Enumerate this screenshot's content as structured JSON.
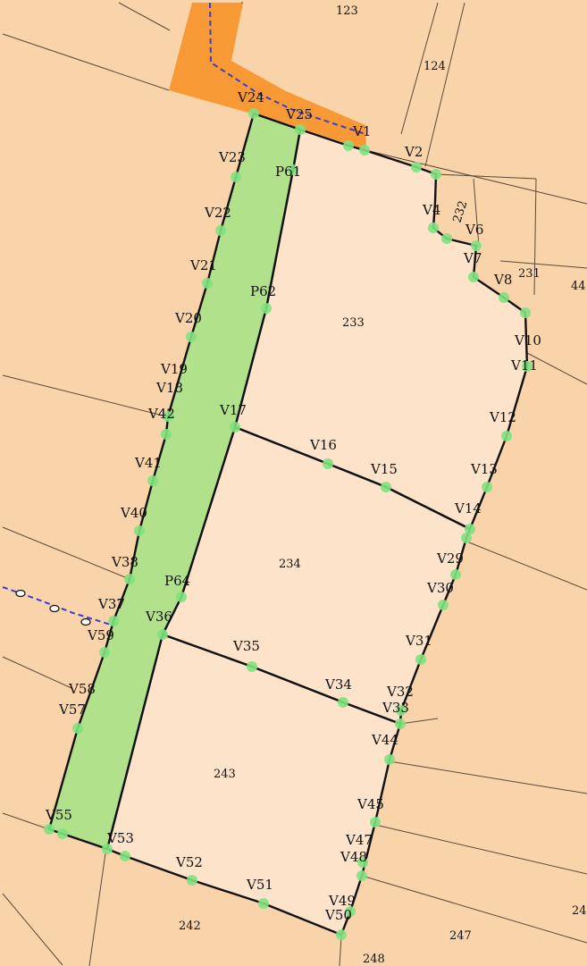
{
  "colors": {
    "background": "#f9d3a9",
    "parcel_fill": "#fde3c9",
    "strip_fill": "#b1e18b",
    "road_fill": "#f79a36",
    "vertex_marker": "#7fe27f",
    "boundary_line": "#111111",
    "thin_line": "#5b4a3a",
    "dashed_line": "#3d3dc8"
  },
  "parcels": [
    {
      "id": "p233",
      "label": "233"
    },
    {
      "id": "p234",
      "label": "234"
    },
    {
      "id": "p243",
      "label": "243"
    }
  ],
  "other_labels": [
    "123",
    "124",
    "232",
    "231",
    "44",
    "242",
    "247",
    "248",
    "24"
  ],
  "vertices": [
    "V1",
    "V2",
    "V4",
    "V6",
    "V7",
    "V8",
    "V10",
    "V11",
    "V12",
    "V13",
    "V14",
    "V15",
    "V16",
    "V17",
    "V18",
    "V19",
    "V20",
    "V21",
    "V22",
    "V23",
    "V24",
    "V25",
    "V29",
    "V30",
    "V31",
    "V32",
    "V33",
    "V34",
    "V35",
    "V36",
    "V37",
    "V38",
    "V40",
    "V41",
    "V42",
    "V44",
    "V45",
    "V47",
    "V48",
    "V49",
    "V50",
    "V51",
    "V52",
    "V53",
    "V55",
    "V57",
    "V58",
    "V59",
    "P61",
    "P62",
    "P64"
  ]
}
